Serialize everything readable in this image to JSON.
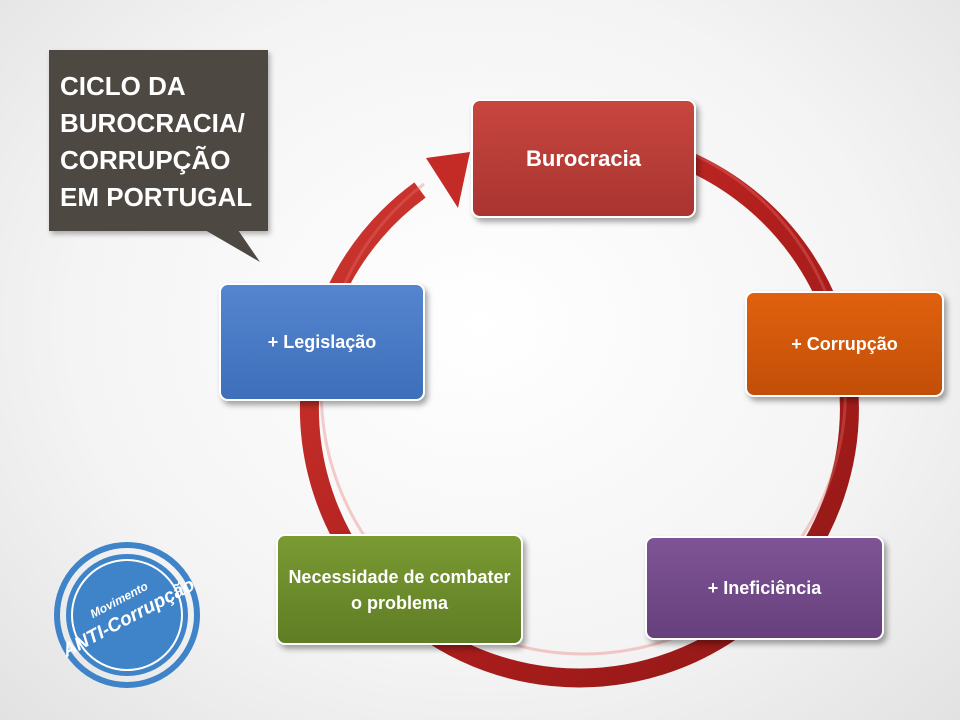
{
  "callout": {
    "title": "CICLO DA\nBUROCRACIA/\nCORRUPÇÃO\nEM PORTUGAL"
  },
  "cycle": {
    "nodes": [
      {
        "id": "burocracia",
        "label": "Burocracia",
        "color": "#b83c36"
      },
      {
        "id": "corrupcao",
        "label": "+ Corrupção",
        "color": "#d2590b"
      },
      {
        "id": "ineficiencia",
        "label": "+ Ineficiência",
        "color": "#734b8a"
      },
      {
        "id": "necessidade",
        "label": "Necessidade de combater o problema",
        "color": "#6c8b2b"
      },
      {
        "id": "legislacao",
        "label": "+ Legislação",
        "color": "#4a7ac4"
      }
    ],
    "arrow_color": "#b5201f"
  },
  "seal": {
    "line1": "Movimento",
    "line2": "ANTI-Corrupção",
    "color": "#3f83c8"
  }
}
